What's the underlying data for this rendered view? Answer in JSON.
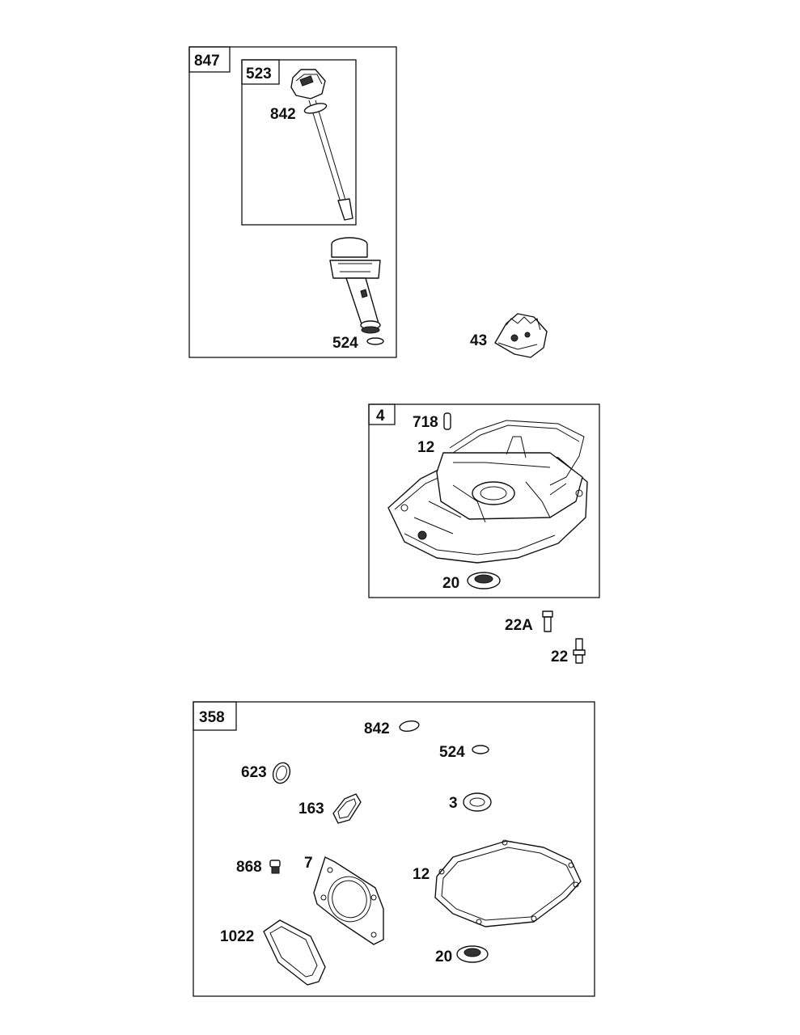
{
  "groups": {
    "g847": "847",
    "g523": "523",
    "g4": "4",
    "g358": "358"
  },
  "callouts": {
    "c842a": "842",
    "c524a": "524",
    "c43": "43",
    "c718": "718",
    "c12a": "12",
    "c20a": "20",
    "c22A": "22A",
    "c22": "22",
    "c842b": "842",
    "c524b": "524",
    "c623": "623",
    "c163": "163",
    "c3": "3",
    "c868": "868",
    "c7": "7",
    "c12b": "12",
    "c1022": "1022",
    "c20b": "20"
  }
}
